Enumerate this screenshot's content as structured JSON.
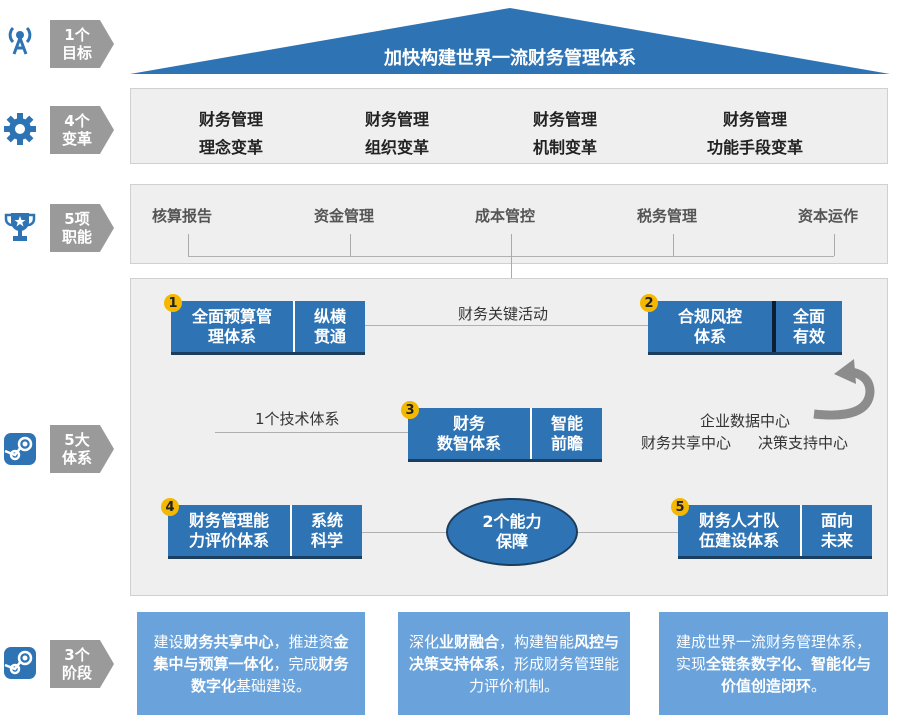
{
  "goal": {
    "tag": [
      "1个",
      "目标"
    ],
    "icon": "antenna-icon",
    "title": "加快构建世界一流财务管理体系"
  },
  "reforms": {
    "tag": [
      "4个",
      "变革"
    ],
    "icon": "gear-icon",
    "items": [
      {
        "line1": "财务管理",
        "line2": "理念变革"
      },
      {
        "line1": "财务管理",
        "line2": "组织变革"
      },
      {
        "line1": "财务管理",
        "line2": "机制变革"
      },
      {
        "line1": "财务管理",
        "line2": "功能手段变革"
      }
    ]
  },
  "functions": {
    "tag": [
      "5项",
      "职能"
    ],
    "icon": "trophy-icon",
    "items": [
      "核算报告",
      "资金管理",
      "成本管控",
      "税务管理",
      "资本运作"
    ]
  },
  "systems": {
    "tag": [
      "5大",
      "体系"
    ],
    "icon": "steam-icon",
    "boxes": [
      {
        "num": "1",
        "main": [
          "全面预算管",
          "理体系"
        ],
        "sub": [
          "纵横",
          "贯通"
        ]
      },
      {
        "num": "2",
        "main": [
          "合规风控",
          "体系"
        ],
        "sub": [
          "全面",
          "有效"
        ]
      },
      {
        "num": "3",
        "main": [
          "财务",
          "数智体系"
        ],
        "sub": [
          "智能",
          "前瞻"
        ]
      },
      {
        "num": "4",
        "main": [
          "财务管理能",
          "力评价体系"
        ],
        "sub": [
          "系统",
          "科学"
        ]
      },
      {
        "num": "5",
        "main": [
          "财务人才队",
          "伍建设体系"
        ],
        "sub": [
          "面向",
          "未来"
        ]
      }
    ],
    "key_activity": "财务关键活动",
    "tech_system": "1个技术体系",
    "centers": [
      "企业数据中心",
      "财务共享中心",
      "决策支持中心"
    ],
    "capability": [
      "2个能力",
      "保障"
    ]
  },
  "stages": {
    "tag": [
      "3个",
      "阶段"
    ],
    "icon": "steam-icon",
    "items": [
      {
        "segments": [
          {
            "t": "建设",
            "b": false
          },
          {
            "t": "财务共享中心",
            "b": true
          },
          {
            "t": "，推进资",
            "b": false
          },
          {
            "t": "金集中与预算一体化",
            "b": true
          },
          {
            "t": "，完成",
            "b": false
          },
          {
            "t": "财务数字化",
            "b": true
          },
          {
            "t": "基础建设。",
            "b": false
          }
        ]
      },
      {
        "segments": [
          {
            "t": "深化",
            "b": false
          },
          {
            "t": "业财融合",
            "b": true
          },
          {
            "t": "，构建智能",
            "b": false
          },
          {
            "t": "风控与决策支持体系",
            "b": true
          },
          {
            "t": "，形成财务管理能力评价机制。",
            "b": false
          }
        ]
      },
      {
        "segments": [
          {
            "t": "建成世界一流财务管理体系，实现",
            "b": false
          },
          {
            "t": "全链条数字化、智能化与价值创造闭环",
            "b": true
          },
          {
            "t": "。",
            "b": false
          }
        ]
      }
    ]
  },
  "colors": {
    "primary": "#2e74b5",
    "dark": "#1b3d5e",
    "light": "#6aa3db",
    "accent": "#f5b800",
    "tag": "#9a9a9a"
  }
}
